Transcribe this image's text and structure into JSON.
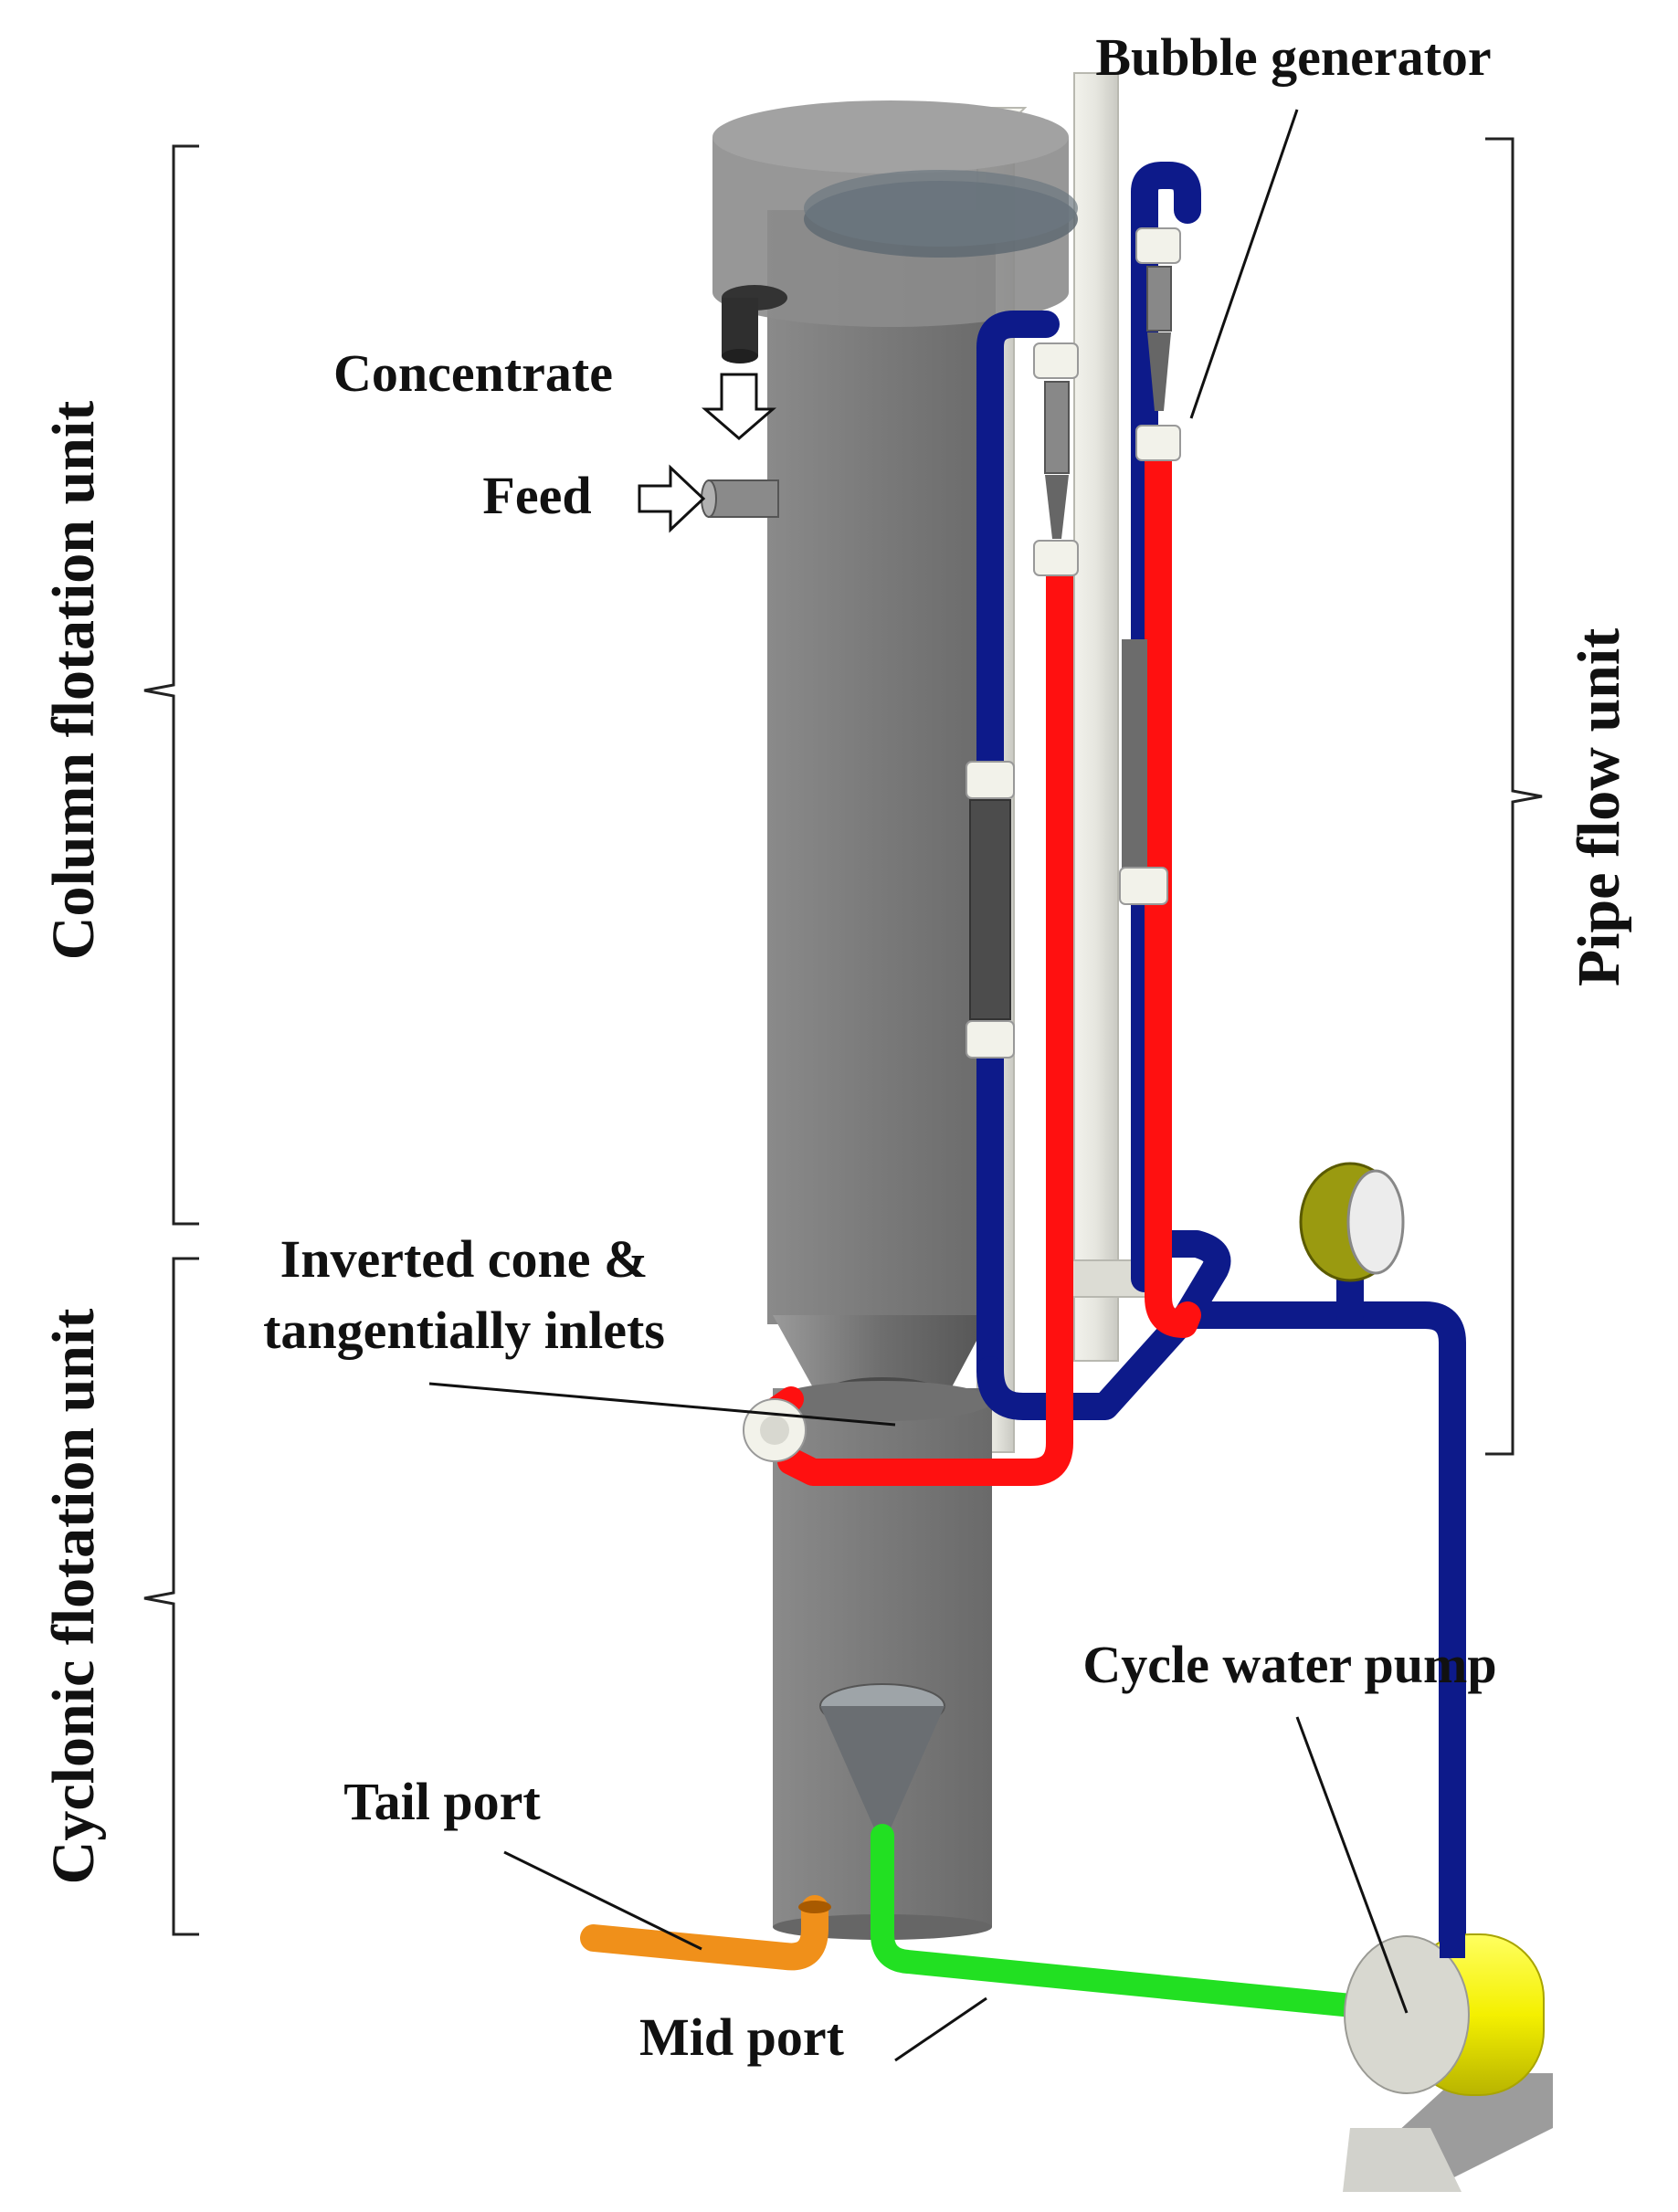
{
  "labels": {
    "bubble_generator": "Bubble generator",
    "concentrate": "Concentrate",
    "feed": "Feed",
    "inverted_cone_line1": "Inverted cone &",
    "inverted_cone_line2": "tangentially inlets",
    "cycle_water_pump": "Cycle water pump",
    "tail_port": "Tail port",
    "mid_port": "Mid port"
  },
  "units": {
    "column_flotation": "Column flotation unit",
    "cyclonic_flotation": "Cyclonic flotation unit",
    "pipe_flow": "Pipe flow unit"
  },
  "colors": {
    "column_body": "#7a7a7a",
    "pipe_blue": "#0d1a8a",
    "pipe_red": "#ff1010",
    "pipe_green": "#22e022",
    "pipe_orange": "#f0901a",
    "pump_yellow": "#f4f000",
    "gauge_olive": "#9a9a10",
    "support_white": "#e8e8e2"
  }
}
